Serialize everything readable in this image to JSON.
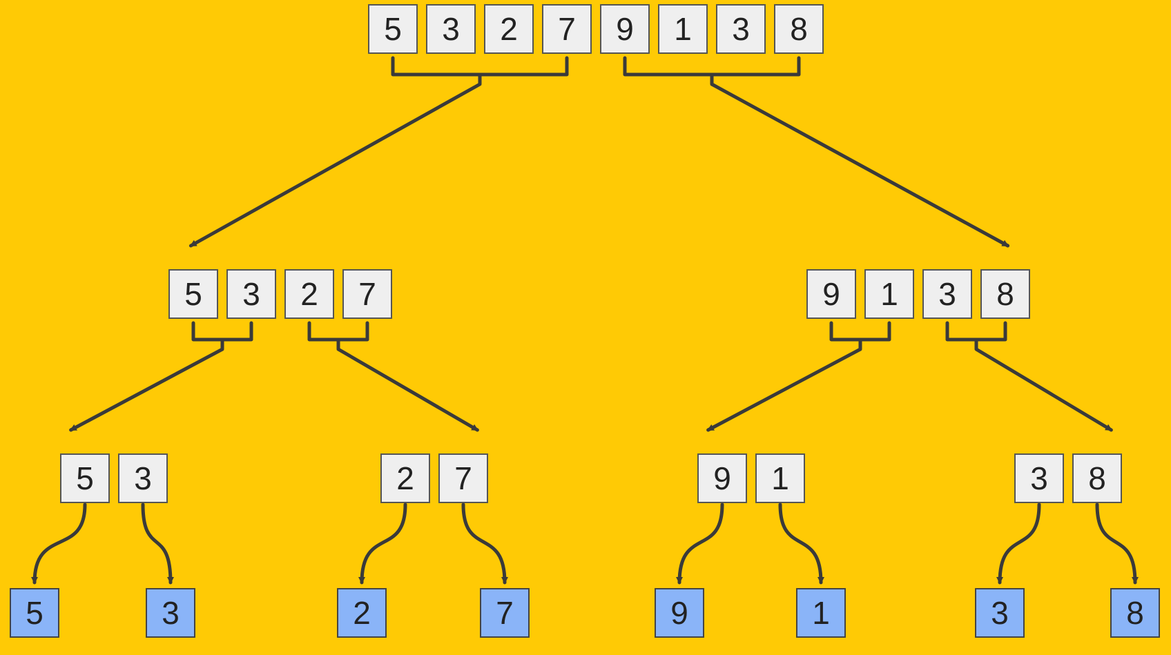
{
  "diagram": {
    "type": "merge-sort-divide-tree",
    "colors": {
      "background": "#FFCA05",
      "cell_fill": "#EFEFEF",
      "leaf_fill": "#8AB4F8",
      "connector": "#3A3A3A"
    },
    "levels": [
      {
        "groups": [
          {
            "values": [
              "5",
              "3",
              "2",
              "7",
              "9",
              "1",
              "3",
              "8"
            ]
          }
        ]
      },
      {
        "groups": [
          {
            "values": [
              "5",
              "3",
              "2",
              "7"
            ]
          },
          {
            "values": [
              "9",
              "1",
              "3",
              "8"
            ]
          }
        ]
      },
      {
        "groups": [
          {
            "values": [
              "5",
              "3"
            ]
          },
          {
            "values": [
              "2",
              "7"
            ]
          },
          {
            "values": [
              "9",
              "1"
            ]
          },
          {
            "values": [
              "3",
              "8"
            ]
          }
        ]
      },
      {
        "groups": [
          {
            "values": [
              "5"
            ]
          },
          {
            "values": [
              "3"
            ]
          },
          {
            "values": [
              "2"
            ]
          },
          {
            "values": [
              "7"
            ]
          },
          {
            "values": [
              "9"
            ]
          },
          {
            "values": [
              "1"
            ]
          },
          {
            "values": [
              "3"
            ]
          },
          {
            "values": [
              "8"
            ]
          }
        ]
      }
    ]
  }
}
